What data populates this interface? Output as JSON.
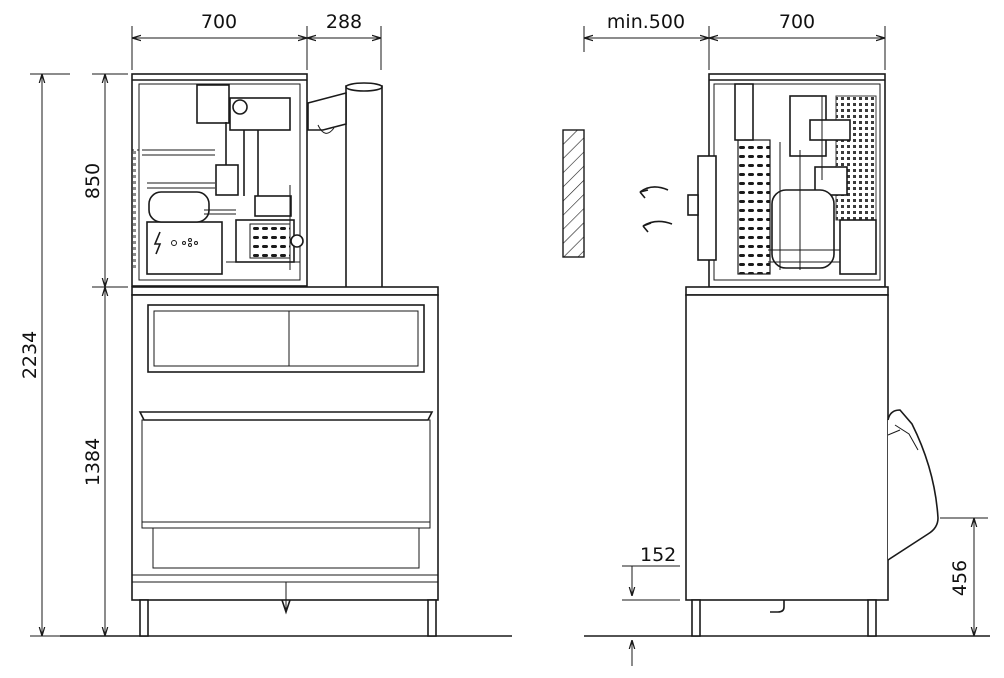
{
  "dimensions": {
    "front_width": "700",
    "front_chute": "288",
    "side_clearance": "min.500",
    "side_depth": "700",
    "total_height": "2234",
    "head_height": "850",
    "bin_height": "1384",
    "drain_height": "152",
    "door_height": "456"
  },
  "colors": {
    "line": "#1a1a1a",
    "background": "#ffffff"
  },
  "icons": {
    "electric_warning": "lightning-bolt-icon",
    "airflow": "airflow-arrow-icon"
  }
}
